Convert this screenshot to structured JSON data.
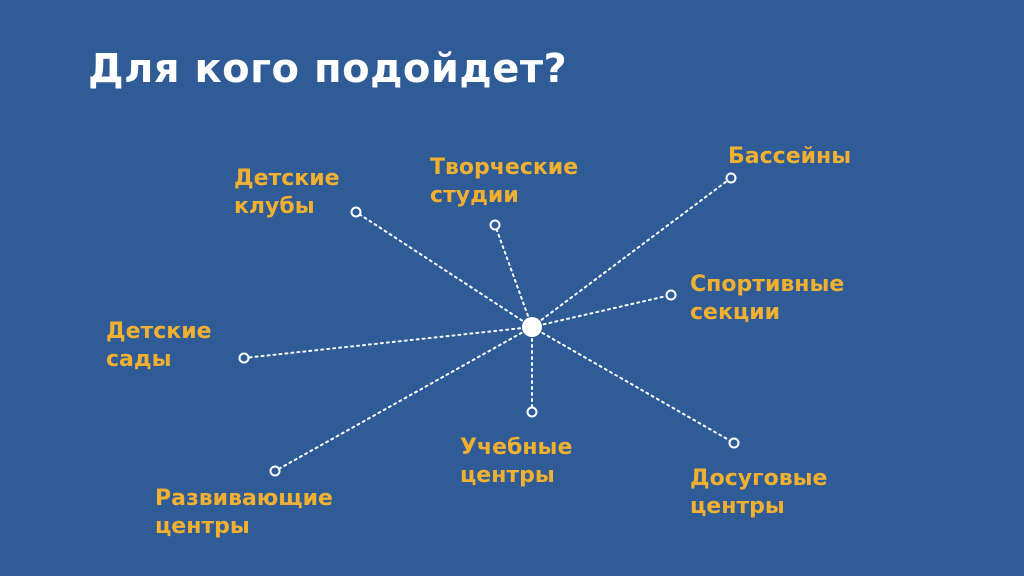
{
  "title": "Для кого подойдет?",
  "colors": {
    "background": "#2f5b96",
    "title": "#ffffff",
    "label": "#f1b030",
    "line": "#ffffff"
  },
  "center": {},
  "items": [
    {
      "line1": "Детские",
      "line2": "клубы"
    },
    {
      "line1": "Творческие",
      "line2": "студии"
    },
    {
      "line1": "Бассейны",
      "line2": ""
    },
    {
      "line1": "Спортивные",
      "line2": "секции"
    },
    {
      "line1": "Детские",
      "line2": "сады"
    },
    {
      "line1": "Учебные",
      "line2": "центры"
    },
    {
      "line1": "Досуговые",
      "line2": "центры"
    },
    {
      "line1": "Развивающие",
      "line2": "центры"
    }
  ]
}
